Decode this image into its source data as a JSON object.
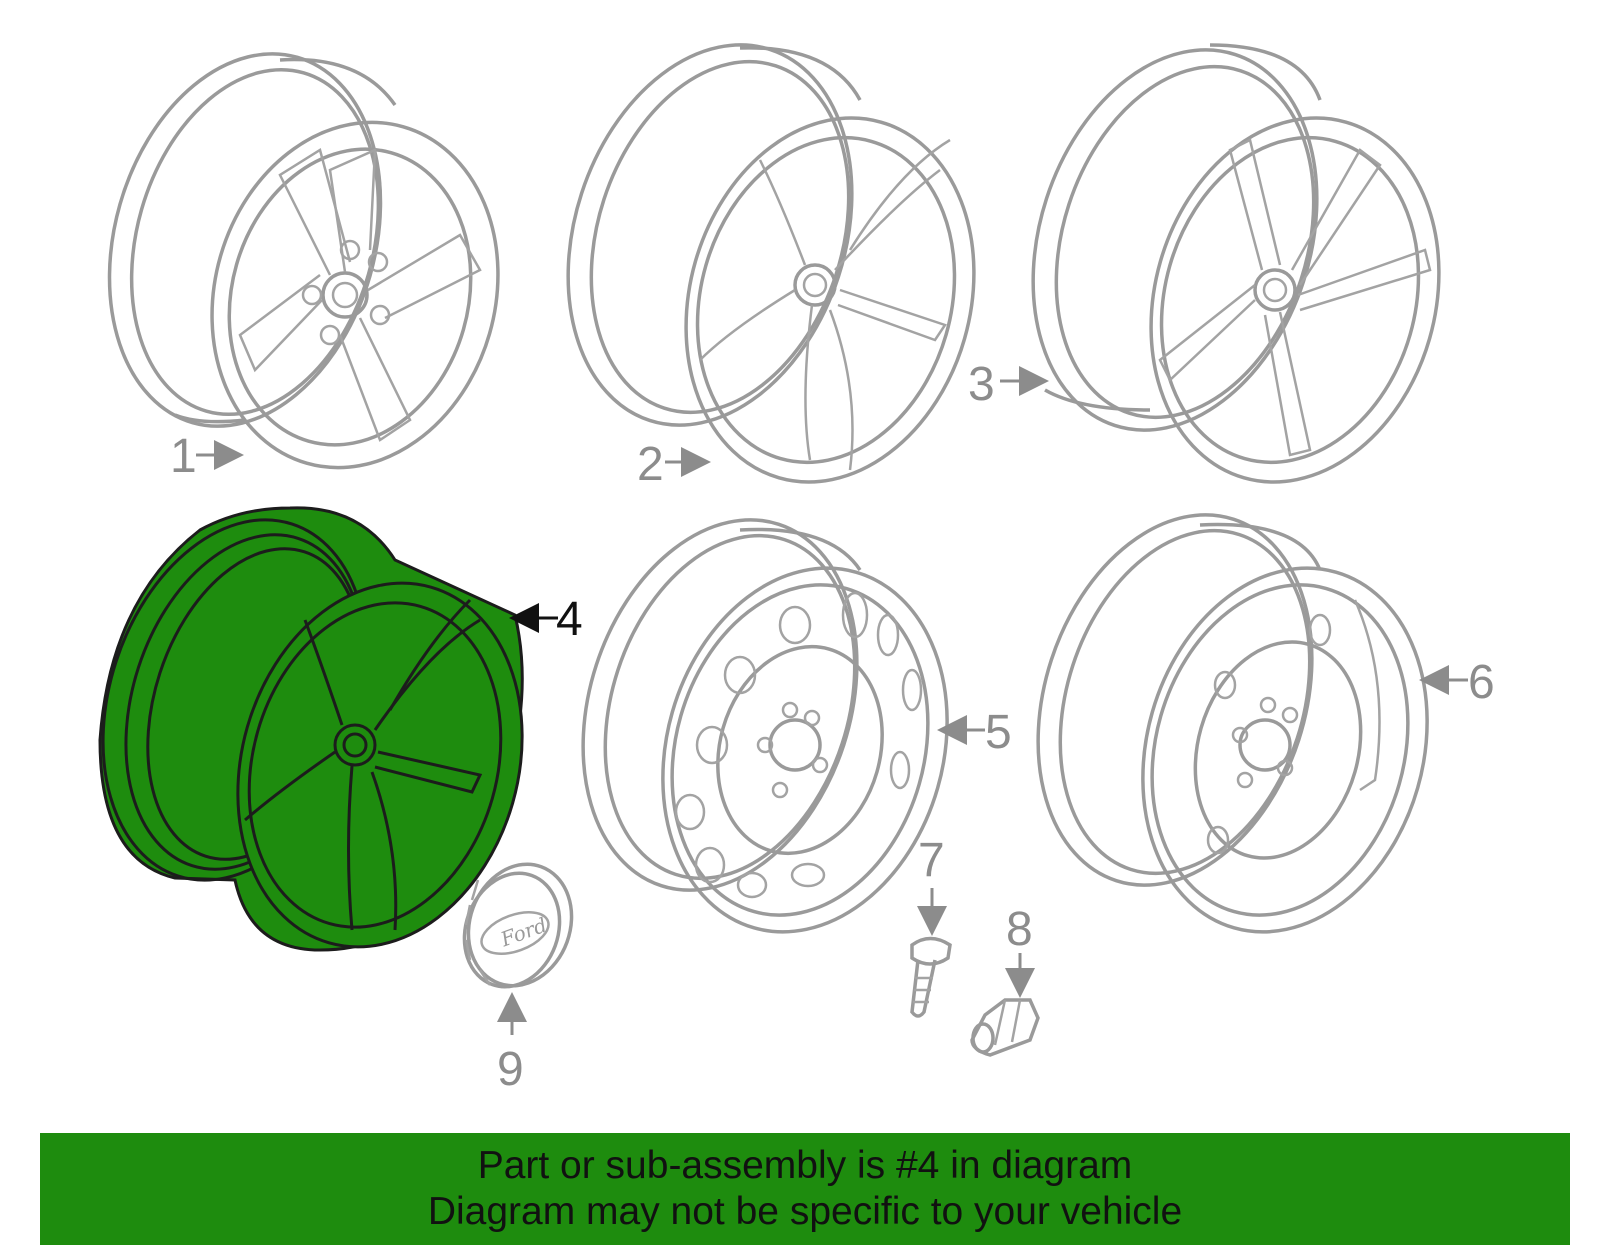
{
  "diagram": {
    "callouts": [
      {
        "id": "1",
        "label": "1"
      },
      {
        "id": "2",
        "label": "2"
      },
      {
        "id": "3",
        "label": "3"
      },
      {
        "id": "4",
        "label": "4"
      },
      {
        "id": "5",
        "label": "5"
      },
      {
        "id": "6",
        "label": "6"
      },
      {
        "id": "7",
        "label": "7"
      },
      {
        "id": "8",
        "label": "8"
      },
      {
        "id": "9",
        "label": "9"
      }
    ],
    "highlighted_part": "4",
    "cap_logo_text": "Ford"
  },
  "banner": {
    "line1": "Part or sub-assembly is #4 in diagram",
    "line2": "Diagram may not be specific to your vehicle"
  },
  "colors": {
    "highlight": "#1e8c0e",
    "line_gray": "#9a9a9a",
    "text_gray": "#8c8c8c",
    "text_dark": "#111111",
    "banner_bg": "#1e8c0e"
  }
}
